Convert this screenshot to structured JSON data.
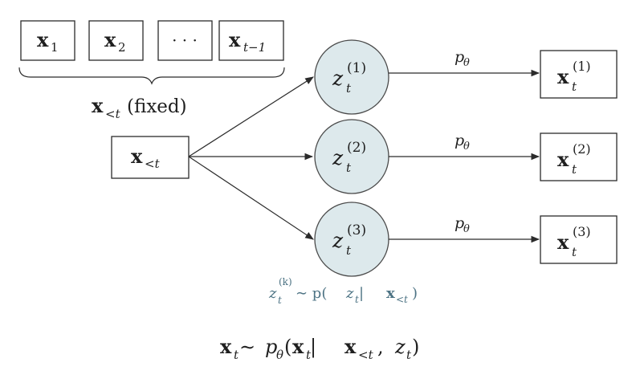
{
  "history_tokens": [
    {
      "base": "x",
      "sub": "1"
    },
    {
      "base": "x",
      "sub": "2"
    },
    {
      "base": "",
      "sub": "",
      "text": "· · ·"
    },
    {
      "base": "x",
      "sub": "t−1"
    }
  ],
  "brace_label": {
    "base": "x",
    "sub": "<t",
    "suffix": " (fixed)"
  },
  "context_node": {
    "base": "x",
    "sub": "<t"
  },
  "latents": [
    {
      "base": "z",
      "sub": "t",
      "sup": "(1)"
    },
    {
      "base": "z",
      "sub": "t",
      "sup": "(2)"
    },
    {
      "base": "z",
      "sub": "t",
      "sup": "(3)"
    }
  ],
  "decoder_label": {
    "base": "p",
    "sub": "θ"
  },
  "outputs": [
    {
      "base": "x",
      "sub": "t",
      "sup": "(1)"
    },
    {
      "base": "x",
      "sub": "t",
      "sup": "(2)"
    },
    {
      "base": "x",
      "sub": "t",
      "sup": "(3)"
    }
  ],
  "prior_note": "z_t^(k) ~ p(z_t | x_<t)",
  "prior_note_parts": {
    "z": "z",
    "z_sub": "t",
    "z_sup": "(k)",
    "sim": " ∼ p(",
    "zt": "z",
    "zt_sub": "t",
    "bar": " | ",
    "x": "x",
    "x_sub": "<t",
    "close": ")"
  },
  "generation_equation": "x_t ~ p_θ(x_t | x_<t, z_t)",
  "equation_parts": {
    "x": "x",
    "x_sub": "t",
    "sim": " ∼ ",
    "p": "p",
    "p_sub": "θ",
    "open": "(",
    "x2": "x",
    "x2_sub": "t",
    "bar": " | ",
    "x3": "x",
    "x3_sub": "<t",
    "comma": ", ",
    "z": "z",
    "z_sub": "t",
    "close": ")"
  },
  "colors": {
    "latent_fill": "#dde9ec",
    "note_color": "#4d7384",
    "stroke": "#2b2b2b"
  }
}
